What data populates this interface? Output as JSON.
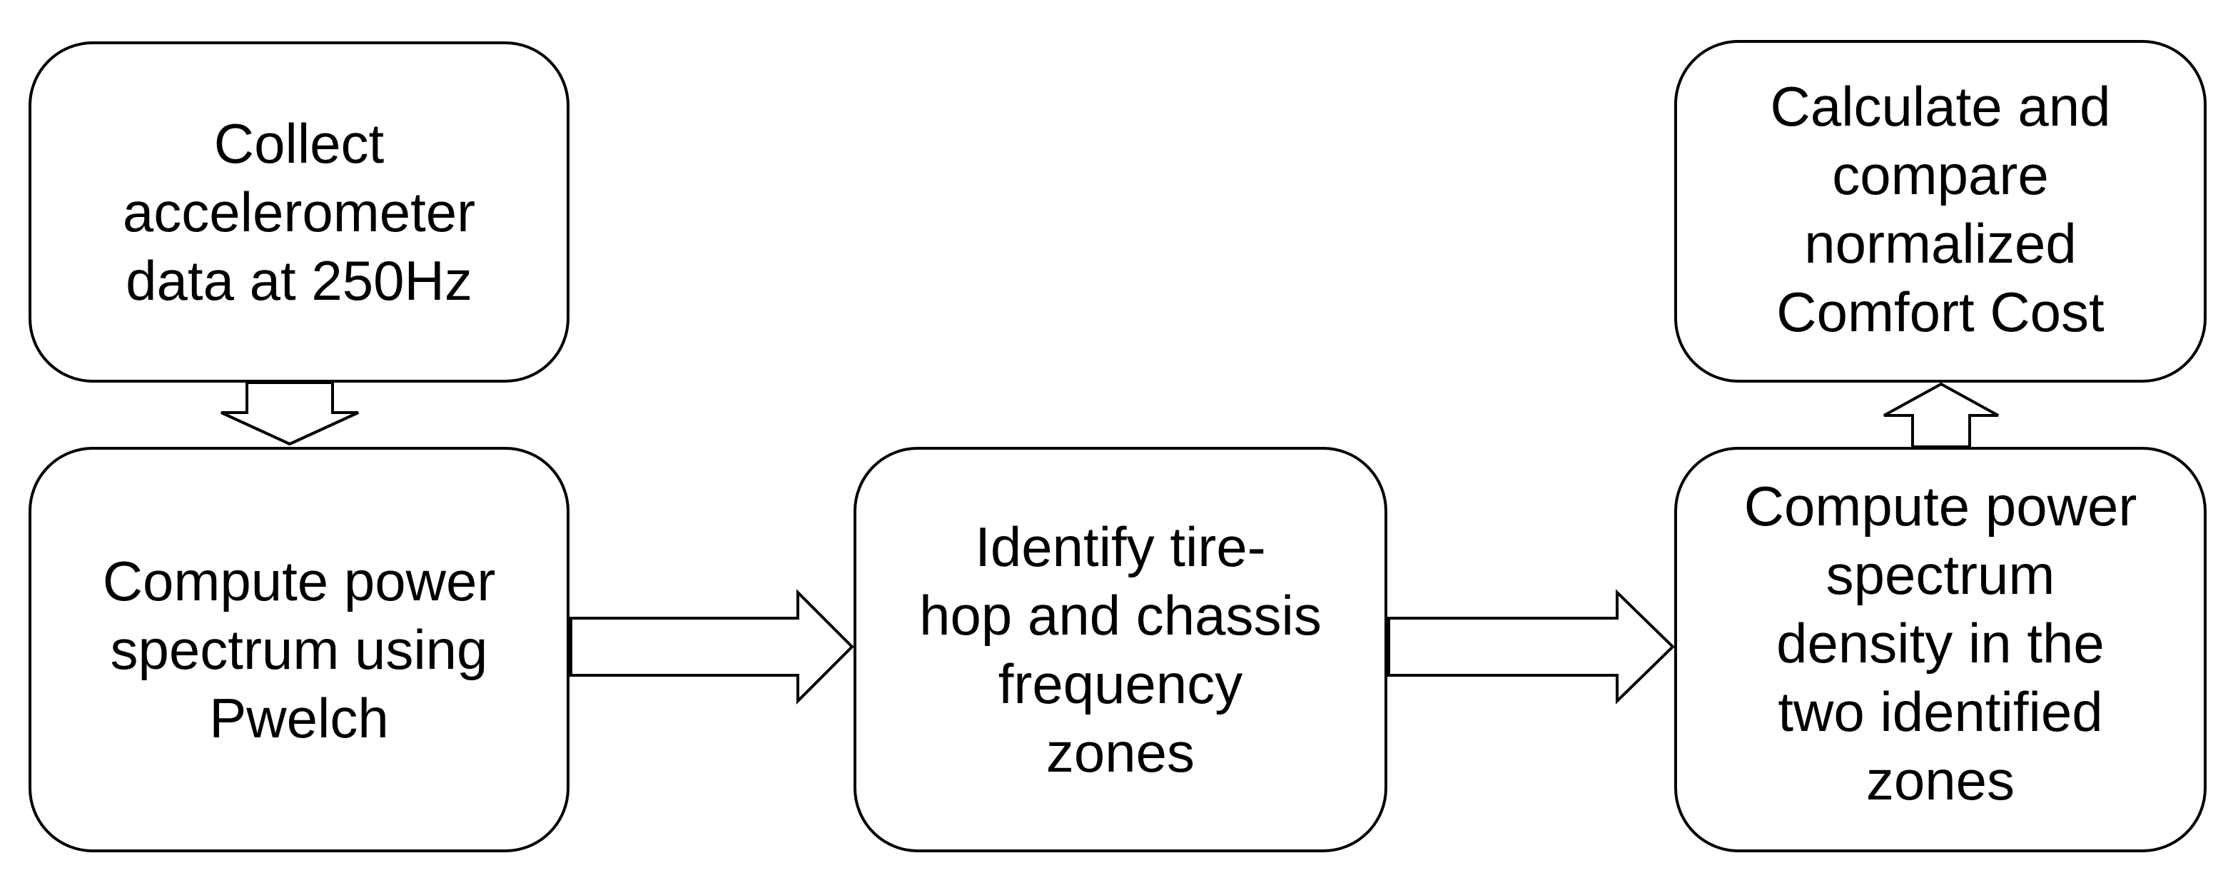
{
  "diagram": {
    "nodes": [
      {
        "id": "collect",
        "text": "Collect\naccelerometer\ndata at 250Hz"
      },
      {
        "id": "pwelch",
        "text": "Compute power\nspectrum using\nPwelch"
      },
      {
        "id": "identify",
        "text": "Identify tire-\nhop and chassis\nfrequency\nzones"
      },
      {
        "id": "psd",
        "text": "Compute power\nspectrum\ndensity in the\ntwo identified\nzones"
      },
      {
        "id": "calc",
        "text": "Calculate and\ncompare\nnormalized\nComfort Cost"
      }
    ],
    "edges": [
      {
        "from": "collect",
        "to": "pwelch"
      },
      {
        "from": "pwelch",
        "to": "identify"
      },
      {
        "from": "identify",
        "to": "psd"
      },
      {
        "from": "psd",
        "to": "calc"
      }
    ],
    "colors": {
      "stroke": "#000000",
      "fill": "#ffffff"
    }
  }
}
